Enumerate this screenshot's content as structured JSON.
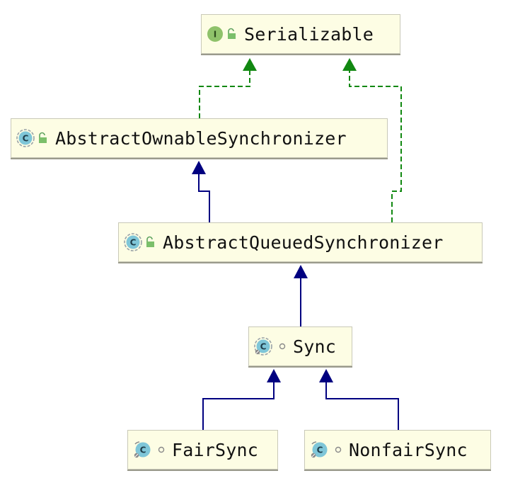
{
  "diagram": {
    "nodes": {
      "serializable": {
        "name": "Serializable",
        "kind": "interface",
        "kind_letter": "I",
        "visibility": "public"
      },
      "aos": {
        "name": "AbstractOwnableSynchronizer",
        "kind": "abstract-class",
        "kind_letter": "C",
        "visibility": "public"
      },
      "aqs": {
        "name": "AbstractQueuedSynchronizer",
        "kind": "abstract-class",
        "kind_letter": "C",
        "visibility": "public"
      },
      "sync": {
        "name": "Sync",
        "kind": "abstract-static-class",
        "kind_letter": "C",
        "visibility": "package-private"
      },
      "fair": {
        "name": "FairSync",
        "kind": "static-class",
        "kind_letter": "C",
        "visibility": "package-private"
      },
      "nonfair": {
        "name": "NonfairSync",
        "kind": "static-class",
        "kind_letter": "C",
        "visibility": "package-private"
      }
    },
    "edges": [
      {
        "from": "aos",
        "to": "serializable",
        "type": "implements"
      },
      {
        "from": "aqs",
        "to": "serializable",
        "type": "implements"
      },
      {
        "from": "aqs",
        "to": "aos",
        "type": "extends"
      },
      {
        "from": "sync",
        "to": "aqs",
        "type": "extends"
      },
      {
        "from": "fair",
        "to": "sync",
        "type": "extends"
      },
      {
        "from": "nonfair",
        "to": "sync",
        "type": "extends"
      }
    ],
    "colors": {
      "extends_edge": "#000080",
      "implements_edge": "#008000",
      "node_fill": "#fdfde4",
      "interface_icon": "#8fc26a",
      "class_icon": "#7fc6d8",
      "public_lock": "#5fa35f"
    }
  }
}
